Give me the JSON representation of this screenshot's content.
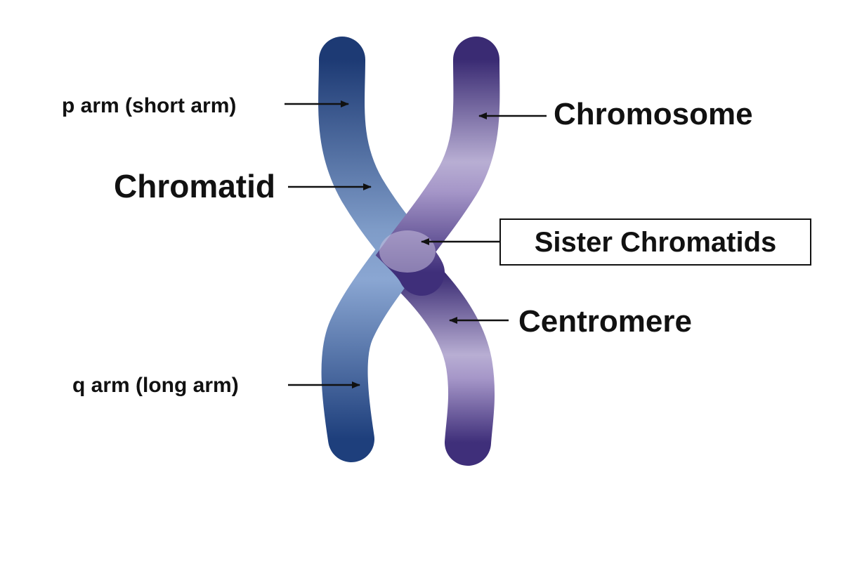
{
  "labels": {
    "p_arm": "p arm (short arm)",
    "chromatid": "Chromatid",
    "q_arm": "q arm (long arm)",
    "chromosome": "Chromosome",
    "sister_chromatids": "Sister Chromatids",
    "centromere": "Centromere"
  },
  "colors": {
    "background": "#ffffff",
    "text": "#111111",
    "chromatid_left_dark": "#1f3f78",
    "chromatid_left_light": "#88a6cf",
    "chromatid_right_dark": "#3d2e78",
    "chromatid_right_light": "#b8aed2",
    "arrow": "#111111"
  }
}
